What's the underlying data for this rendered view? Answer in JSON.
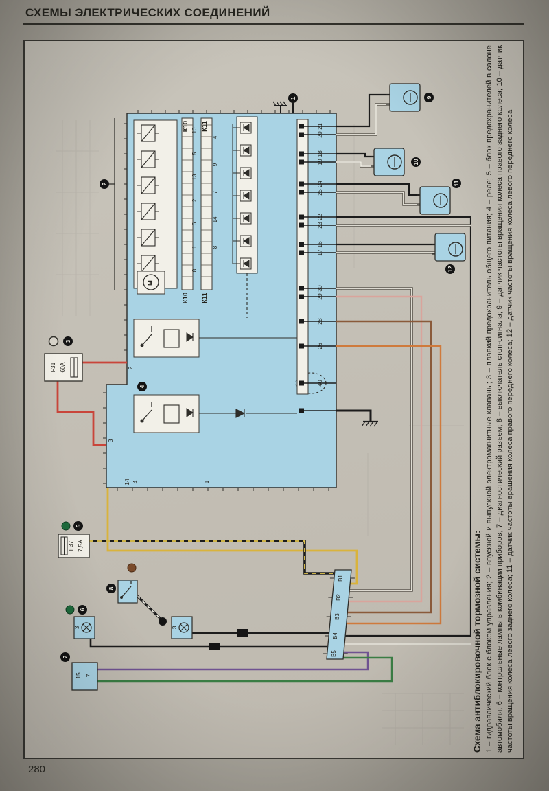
{
  "page": {
    "header_title": "СХЕМЫ ЭЛЕКТРИЧЕСКИХ СОЕДИНЕНИЙ",
    "page_number": "280"
  },
  "caption": {
    "heading": "Схема антиблокировочной тормозной системы:",
    "legend": "1 – гидравлический блок с блоком управления; 2 – впускной и выпускной электромагнитные клапаны; 3 – плавкий предохранитель общего питания; 4 – реле; 5 – блок предохранителей в салоне автомобиля; 6 – контрольные лампы в комбинации приборов; 7 – диагностический разъем; 8 – выключатель стоп-сигнала; 9 – датчик частоты вращения колеса правого заднего колеса; 10 – датчик частоты вращения колеса левого заднего колеса; 11 – датчик частоты вращения колеса правого переднего колеса; 12 – датчик частоты вращения колеса левого переднего колеса"
  },
  "diagram": {
    "ecu": {
      "k10": "К10",
      "k11": "К11",
      "motor": "М",
      "k10_pins": [
        "10",
        "5",
        "13",
        "2",
        "6",
        "1",
        "8"
      ],
      "k11_pins": [
        "4",
        "9",
        "7",
        "14",
        "8"
      ],
      "right_pins": [
        "21",
        "20",
        "18",
        "19",
        "24",
        "25",
        "22",
        "23",
        "16",
        "17",
        "30",
        "29",
        "28",
        "26",
        "40"
      ],
      "left_pin_2": "2",
      "left_pin_3": "3",
      "bottom_pin_14": "14",
      "bottom_pin_4": "4",
      "bottom_pin_1": "1"
    },
    "fuse_main": {
      "name": "F31",
      "rating": "60А"
    },
    "fuse_cabin": {
      "name": "F37",
      "rating": "7,5А"
    },
    "connector_pins": [
      "В1",
      "В2",
      "В3",
      "В4",
      "В5"
    ],
    "diagnostic_pins": [
      "15",
      "7"
    ],
    "lamp_left_label": "3",
    "lamp_right_label": "3",
    "callouts": [
      "1",
      "2",
      "3",
      "4",
      "5",
      "6",
      "7",
      "8",
      "9",
      "10",
      "11",
      "12"
    ],
    "colors": {
      "block_blue": "#a9d3e4",
      "wire_red": "#c9453a",
      "wire_yellow": "#d9b33c",
      "wire_green": "#3a7d44",
      "wire_purple": "#6f5291",
      "wire_brown": "#8a5a3a",
      "wire_pink": "#d9a49c",
      "wire_orange": "#cf7a3c",
      "wire_black": "#1c1c1c"
    }
  }
}
